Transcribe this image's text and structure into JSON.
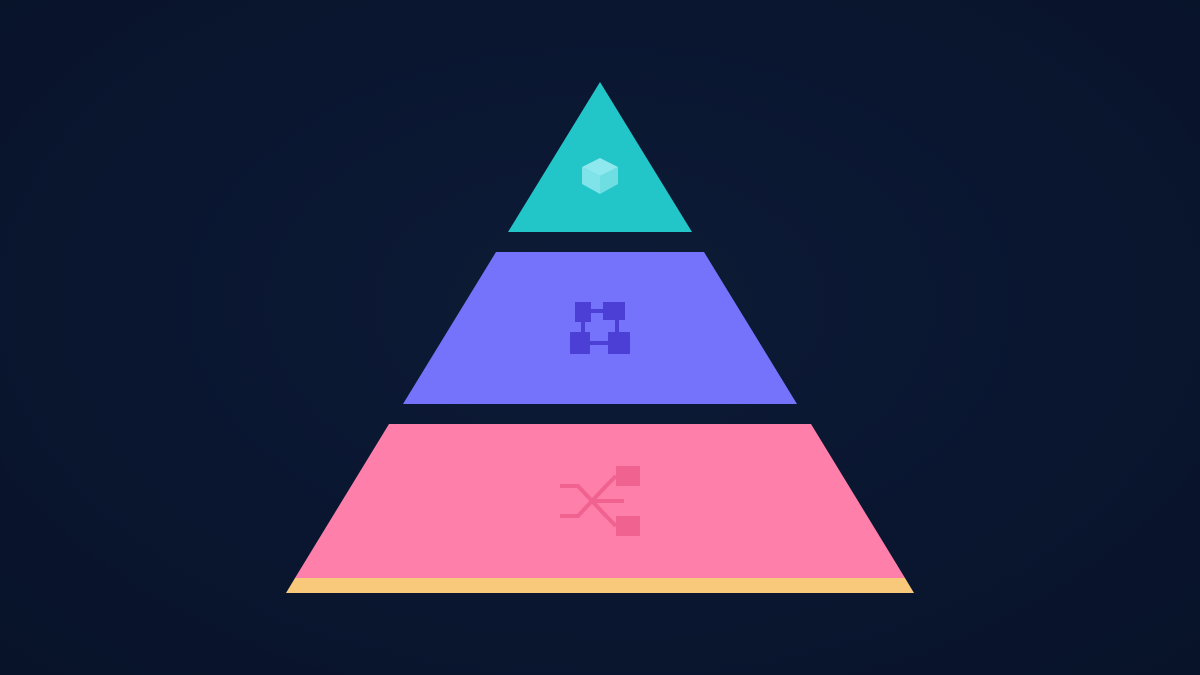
{
  "diagram": {
    "colors": {
      "background": "#0a1630",
      "top_tier": "#22c6c9",
      "middle_tier": "#7573fb",
      "bottom_tier": "#ff7fab",
      "base_strip": "#f8c97a",
      "top_icon": "#8fe8ee",
      "middle_icon": "#4c3fd6",
      "bottom_icon": "#f0628f"
    },
    "tiers": [
      {
        "id": "top",
        "icon": "cube-icon"
      },
      {
        "id": "middle",
        "icon": "network-blocks-icon"
      },
      {
        "id": "bottom",
        "icon": "branch-connector-icon"
      }
    ]
  }
}
